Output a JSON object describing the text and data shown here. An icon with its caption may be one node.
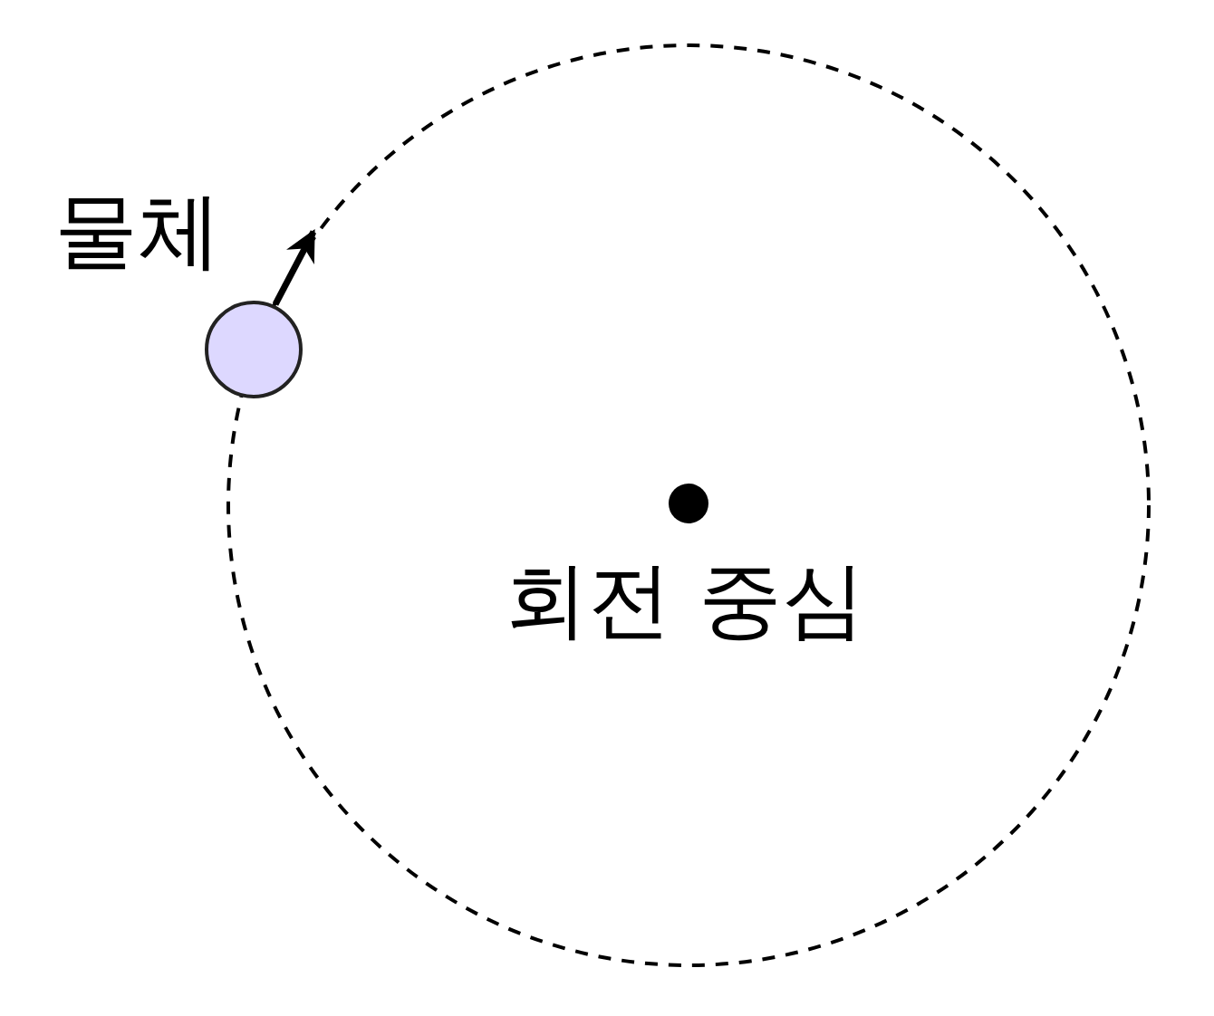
{
  "diagram": {
    "nodes": [
      {
        "text": [],
        "shape": "circle",
        "beside": [
          "물체"
        ]
      },
      {
        "text": [],
        "shape": "circle",
        "beside": [
          "회전 중심"
        ]
      }
    ]
  }
}
